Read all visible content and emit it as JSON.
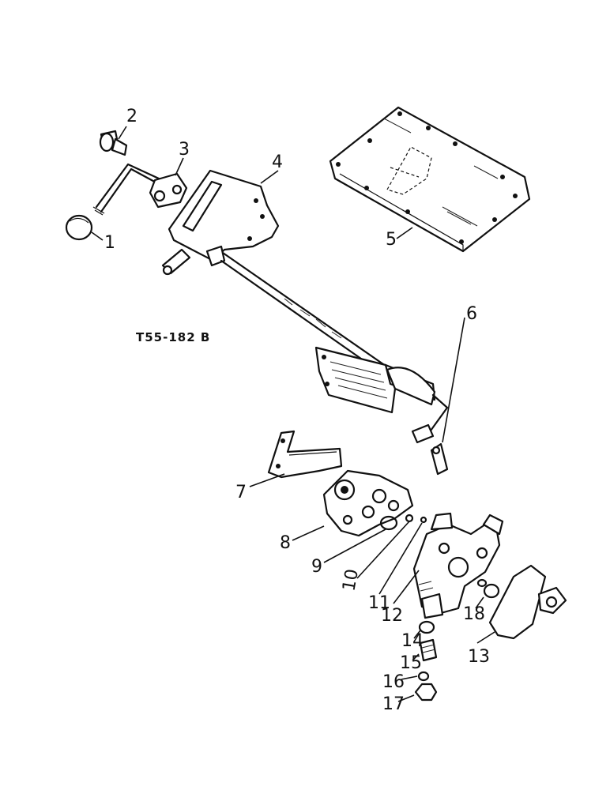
{
  "drawing_code": "T55-182 B",
  "callouts": [
    "1",
    "2",
    "3",
    "4",
    "5",
    "6",
    "7",
    "8",
    "9",
    "10",
    "11",
    "12",
    "13",
    "14",
    "15",
    "16",
    "17",
    "18"
  ]
}
